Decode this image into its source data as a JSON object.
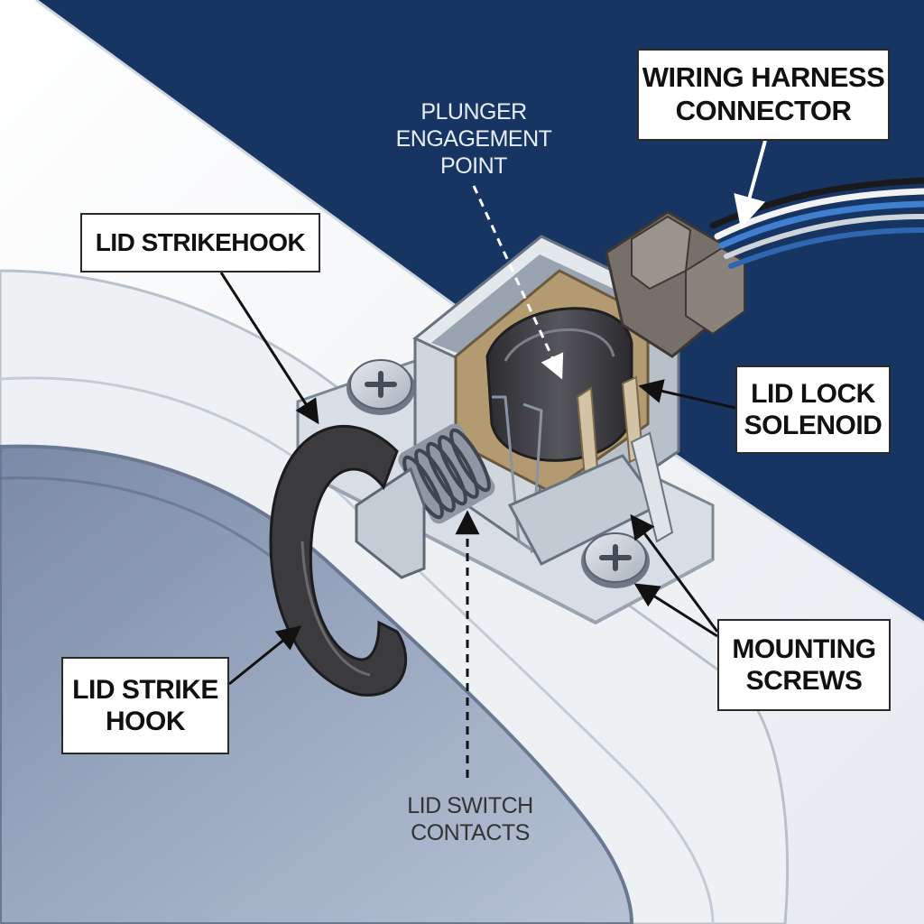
{
  "labels": {
    "wiring_harness": "WIRING HARNESS CONNECTOR",
    "plunger": "PLUNGER ENGAGEMENT POINT",
    "lid_strikehook": "LID STRIKEHOOK",
    "lid_lock_solenoid": "LID LOCK SOLENOID",
    "mounting_screws": "MOUNTING SCREWS",
    "lid_strike_hook": "LID STRIKE HOOK",
    "lid_switch_contacts": "LID SWITCH CONTACTS"
  },
  "colors": {
    "background_navy": "#173563",
    "washer_white": "#f4f6f8",
    "drum_blue": "#8e9db6",
    "metal": "#c9d0d9",
    "hook_dark": "#3b3b3d",
    "wire_blue": "#3f7fd0"
  }
}
